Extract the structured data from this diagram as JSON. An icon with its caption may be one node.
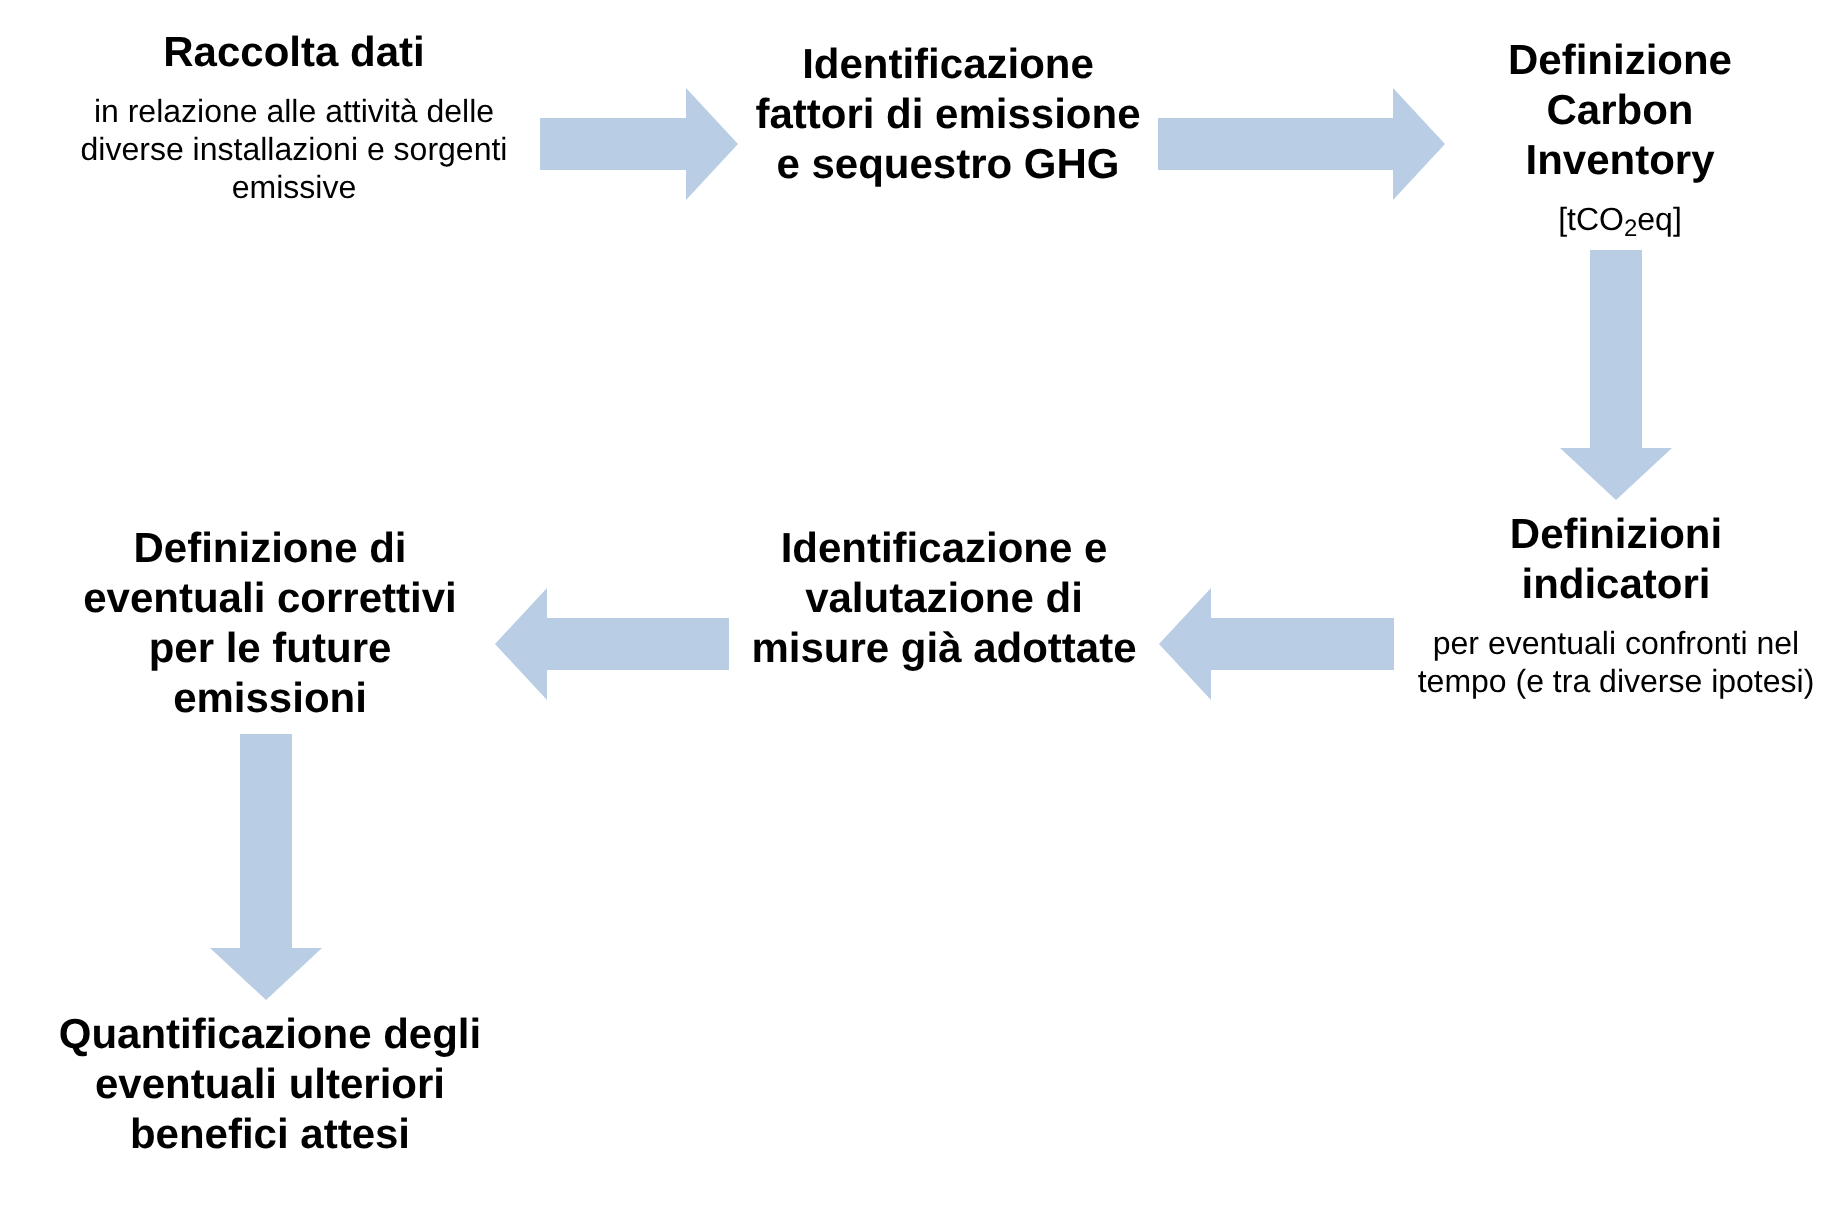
{
  "diagram": {
    "nodes": [
      {
        "text": [
          "Raccolta dati",
          "in relazione alle attività delle diverse installazioni e sorgenti emissive"
        ]
      },
      {
        "text": [
          "Identificazione fattori di emissione e sequestro GHG"
        ]
      },
      {
        "text": [
          "Definizione Carbon Inventory",
          "[tCO$_{2}$eq]"
        ]
      },
      {
        "text": [
          "Definizioni indicatori",
          "per eventuali confronti nel tempo (e tra diverse ipotesi)"
        ]
      },
      {
        "text": [
          "Identificazione e valutazione di misure già adottate"
        ]
      },
      {
        "text": [
          "Definizione di eventuali correttivi per le future emissioni"
        ]
      },
      {
        "text": [
          "Quantificazione degli eventuali ulteriori benefici attesi"
        ]
      }
    ],
    "edges": [
      {
        "from": 0,
        "to": 1,
        "arrow": "to",
        "color": "#b9cde5"
      },
      {
        "from": 1,
        "to": 2,
        "arrow": "to",
        "color": "#b9cde5"
      },
      {
        "from": 2,
        "to": 3,
        "arrow": "to",
        "color": "#b9cde5"
      },
      {
        "from": 3,
        "to": 4,
        "arrow": "to",
        "color": "#b9cde5"
      },
      {
        "from": 4,
        "to": 5,
        "arrow": "to",
        "color": "#b9cde5"
      },
      {
        "from": 5,
        "to": 6,
        "arrow": "to",
        "color": "#b9cde5"
      }
    ]
  }
}
